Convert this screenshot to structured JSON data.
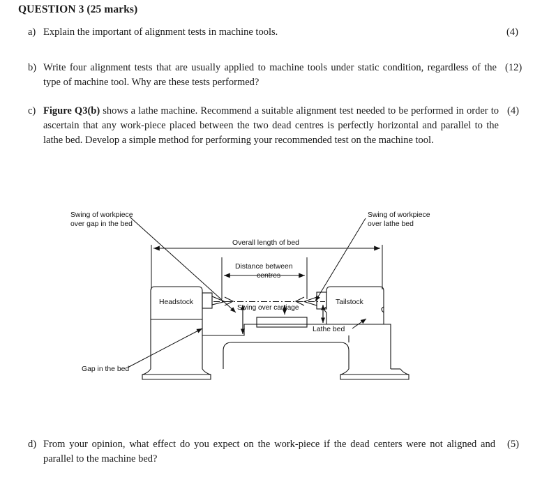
{
  "document": {
    "title": "QUESTION 3 (25 marks)",
    "questions": [
      {
        "marker": "a)",
        "text": "Explain the important of alignment tests in machine tools.",
        "marks": "(4)"
      },
      {
        "marker": "b)",
        "text": "Write four alignment tests that are usually applied to machine tools under static condition, regardless of the type of machine tool. Why are these tests performed?",
        "marks": "(12)"
      },
      {
        "marker": "c)",
        "bold_lead": "Figure Q3(b)",
        "text": " shows a lathe machine. Recommend a suitable alignment test needed to be performed in order to ascertain that any work-piece placed between the two dead centres is perfectly horizontal and parallel to the lathe bed. Develop a simple method for performing your recommended test on the machine tool.",
        "marks": "(4)"
      },
      {
        "marker": "d)",
        "text": "From your opinion, what effect do you expect on the work-piece if the dead centers were not aligned and parallel to the machine bed?",
        "marks": "(5)"
      }
    ]
  },
  "figure": {
    "name": "lathe-machine-diagram",
    "labels": {
      "swing_gap_line1": "Swing of workpiece",
      "swing_gap_line2": "over gap in the bed",
      "swing_bed_line1": "Swing of workpiece",
      "swing_bed_line2": "over lathe bed",
      "overall_length": "Overall length of bed",
      "distance_line1": "Distance between",
      "distance_line2": "centres",
      "headstock": "Headstock",
      "tailstock": "Tailstock",
      "swing_over_carriage": "Swing over carriage",
      "lathe_bed": "Lathe bed",
      "gap_in_bed": "Gap in the bed"
    },
    "colors": {
      "line": "#111111",
      "paper": "#ffffff"
    }
  }
}
